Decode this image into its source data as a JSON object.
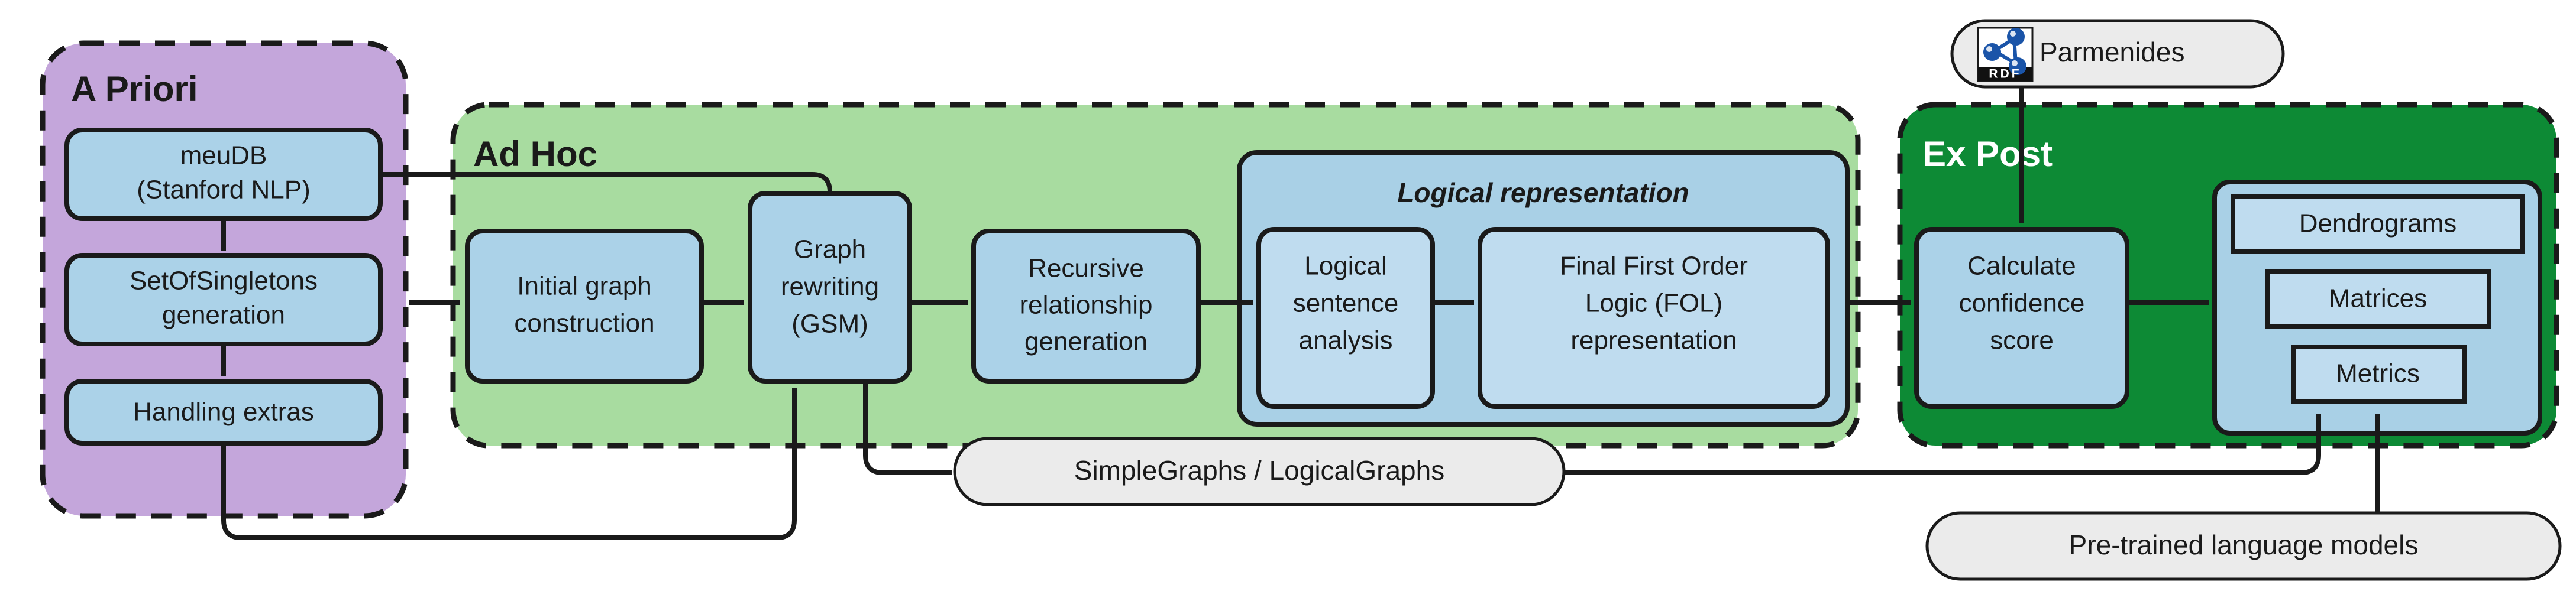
{
  "colors": {
    "a_priori_fill": "#C4A6DB",
    "ad_hoc_fill": "#A8DCA0",
    "ex_post_fill": "#0D8A35",
    "node_fill": "#ABD2E8",
    "subgroup_fill": "#A9D0E6",
    "inner_node_fill": "#BFDCEF",
    "pill_fill": "#EBEBEB",
    "stroke": "#1a1a1a",
    "rdf_blue": "#1A54A8",
    "ex_post_title": "#FFFFFF",
    "background": "#FFFFFF"
  },
  "groups": {
    "a_priori": {
      "title": "A Priori",
      "nodes": [
        {
          "lines": [
            "meuDB",
            "(Stanford NLP)"
          ]
        },
        {
          "lines": [
            "SetOfSingletons",
            "generation"
          ]
        },
        {
          "lines": [
            "Handling extras"
          ]
        }
      ]
    },
    "ad_hoc": {
      "title": "Ad Hoc",
      "nodes": [
        {
          "lines": [
            "Initial graph",
            "construction"
          ]
        },
        {
          "lines": [
            "Graph",
            "rewriting",
            "(GSM)"
          ]
        },
        {
          "lines": [
            "Recursive",
            "relationship",
            "generation"
          ]
        }
      ],
      "subgroup": {
        "title": "Logical representation",
        "nodes": [
          {
            "lines": [
              "Logical",
              "sentence",
              "analysis"
            ]
          },
          {
            "lines": [
              "Final First Order",
              "Logic (FOL)",
              "representation"
            ]
          }
        ]
      }
    },
    "ex_post": {
      "title": "Ex Post",
      "nodes": [
        {
          "lines": [
            "Calculate",
            "confidence",
            "score"
          ]
        }
      ],
      "results_panel": {
        "items": [
          "Dendrograms",
          "Matrices",
          "Metrics"
        ]
      }
    }
  },
  "pills": {
    "parmenides": {
      "label": "Parmenides",
      "icon": "rdf-icon",
      "icon_caption": "RDF"
    },
    "graphs": {
      "label": "SimpleGraphs / LogicalGraphs"
    },
    "plm": {
      "label": "Pre-trained language models"
    }
  }
}
